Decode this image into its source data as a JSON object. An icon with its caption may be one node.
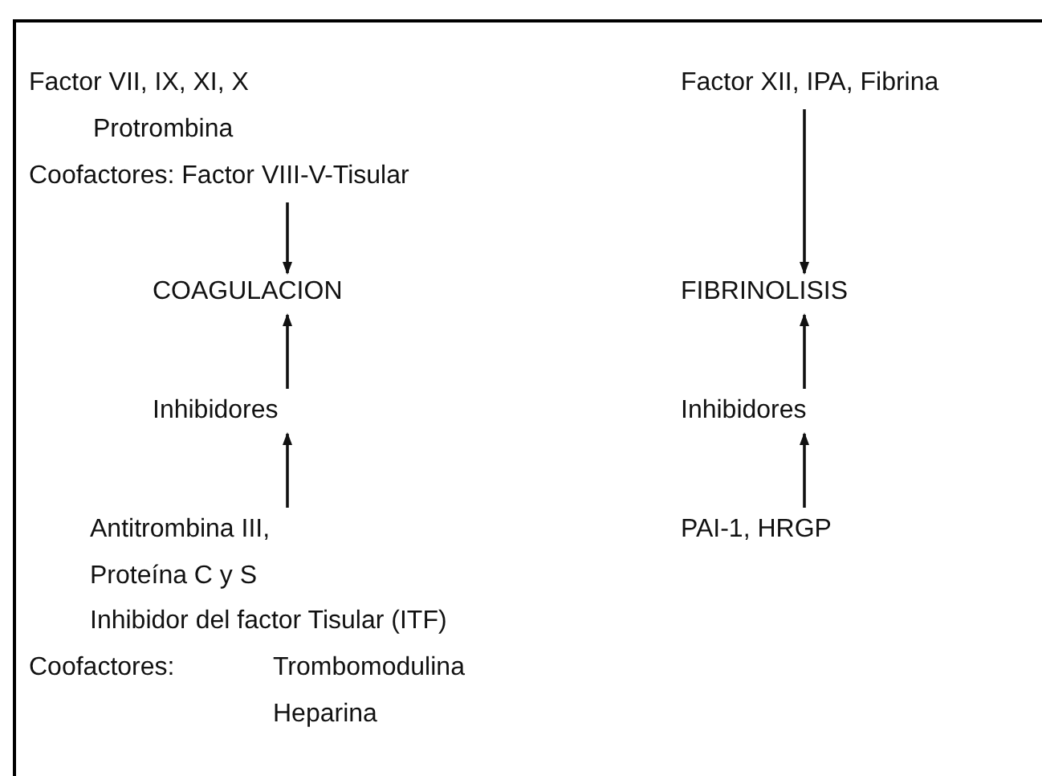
{
  "diagram": {
    "nodes": [
      {
        "text": [
          "Factor VII, IX, XI, X",
          "Protrombina",
          "Coofactores: Factor VIII-V-Tisular"
        ]
      },
      {
        "text": [
          "COAGULACION"
        ]
      },
      {
        "text": [
          "Inhibidores"
        ]
      },
      {
        "text": [
          "Antitrombina III,",
          "Proteína C y S",
          "Inhibidor del factor Tisular (ITF)",
          "Coofactores:",
          "Trombomodulina",
          "Heparina"
        ]
      },
      {
        "text": [
          "Factor XII, IPA, Fibrina"
        ]
      },
      {
        "text": [
          "FIBRINOLISIS"
        ]
      },
      {
        "text": [
          "Inhibidores"
        ]
      },
      {
        "text": [
          "PAI-1, HRGP"
        ]
      }
    ],
    "edges": [
      {
        "from": 0,
        "to": 1,
        "arrow": "to"
      },
      {
        "from": 2,
        "to": 1,
        "arrow": "to"
      },
      {
        "from": 3,
        "to": 2,
        "arrow": "to"
      },
      {
        "from": 4,
        "to": 5,
        "arrow": "to"
      },
      {
        "from": 6,
        "to": 5,
        "arrow": "to"
      },
      {
        "from": 7,
        "to": 6,
        "arrow": "to"
      }
    ]
  }
}
